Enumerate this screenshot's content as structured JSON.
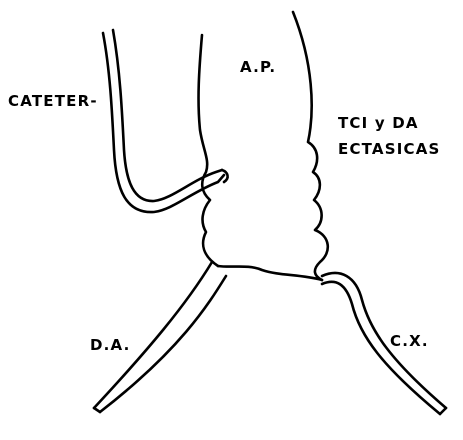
{
  "labels": {
    "catheter": "CATETER-",
    "pulmonary_artery": "A.P.",
    "note_line1": "TCI y DA",
    "note_line2": "ECTASICAS",
    "left_anterior_descending": "D.A.",
    "circumflex": "C.X."
  },
  "colors": {
    "ink": "#000000",
    "background": "#ffffff"
  }
}
